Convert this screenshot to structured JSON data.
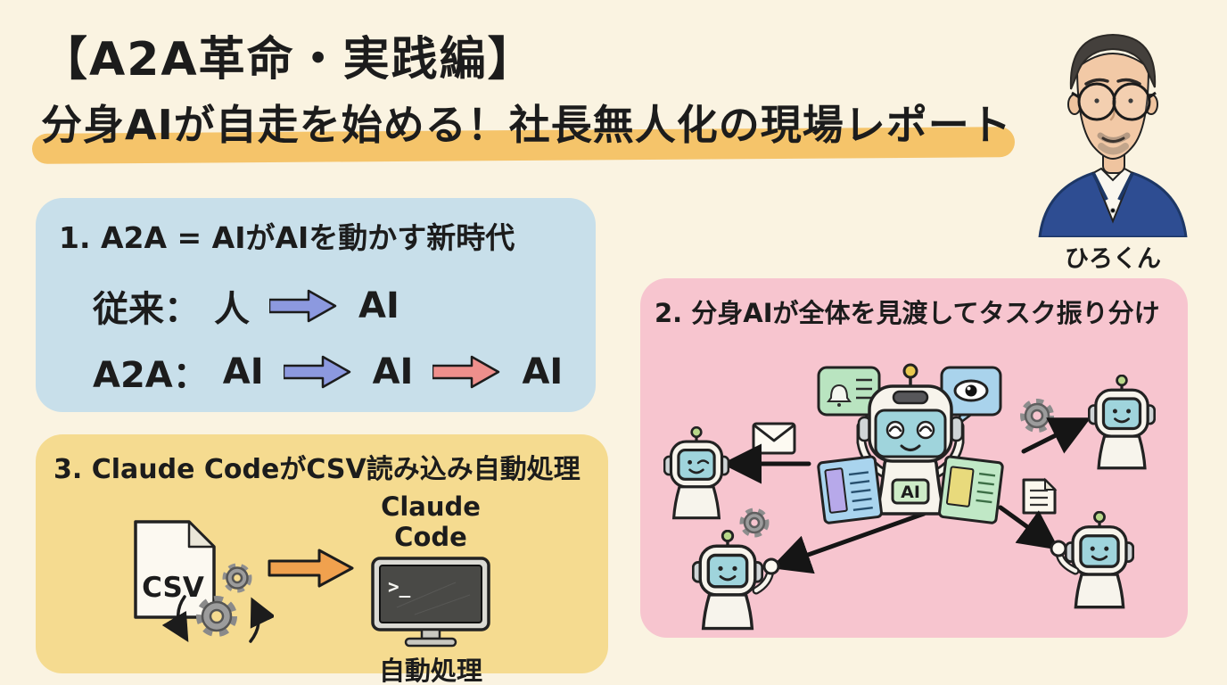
{
  "colors": {
    "page_bg": "#FAF3E1",
    "ink": "#1c1c1c",
    "highlight": "#F3BB55",
    "box1_bg": "#C8DFEA",
    "box2_bg": "#F7C5CF",
    "box3_bg": "#F5DB90",
    "arrow_blue": "#8C99DF",
    "arrow_red": "#EE8F8C",
    "arrow_orange": "#F0A14E"
  },
  "header": {
    "title_line1": "【A2A革命・実践編】",
    "title_line2": "分身AIが自走を始める！社長無人化の現場レポート"
  },
  "author": {
    "name": "ひろくん"
  },
  "box1": {
    "title": "1. A2A = AIがAIを動かす新時代",
    "row1": {
      "label": "従来：",
      "from": "人",
      "to": "AI"
    },
    "row2": {
      "label": "A2A：",
      "a": "AI",
      "b": "AI",
      "c": "AI"
    }
  },
  "box2": {
    "title": "2. 分身AIが全体を見渡してタスク振り分け",
    "ai_badge": "AI"
  },
  "box3": {
    "title": "3. Claude CodeがCSV読み込み自動処理",
    "csv_label": "CSV",
    "app_name": "Claude Code",
    "terminal_prompt": ">_",
    "caption": "自動処理"
  },
  "icons": {
    "mail": "envelope-icon",
    "gear": "gear-icon",
    "document": "document-icon",
    "bell_bubble": "notification-bubble-icon",
    "eye_bubble": "vision-eye-bubble-icon",
    "csv_file": "csv-file-icon",
    "terminal": "terminal-monitor-icon",
    "robot": "robot-icon"
  }
}
